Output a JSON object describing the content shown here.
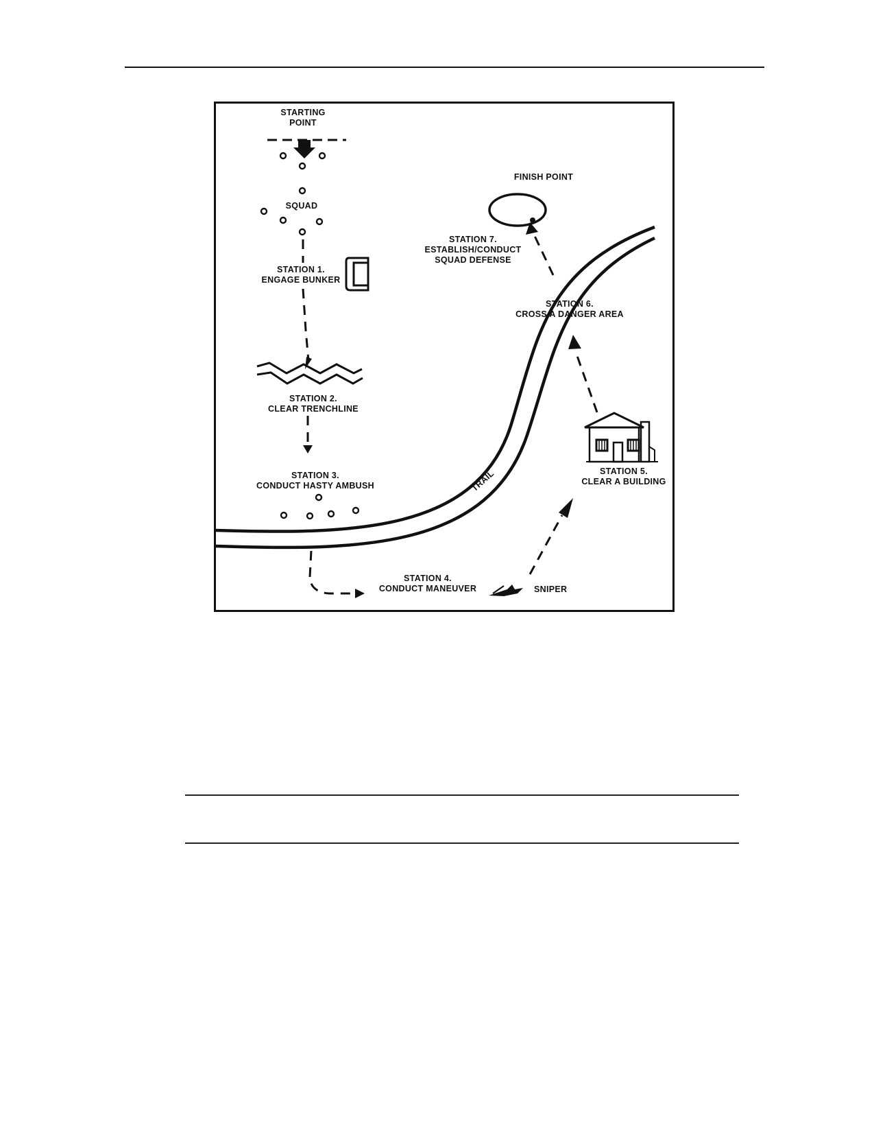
{
  "figure": {
    "starting_point": [
      "STARTING",
      "POINT"
    ],
    "squad": "SQUAD",
    "station1": [
      "STATION 1.",
      "ENGAGE BUNKER"
    ],
    "station2": [
      "STATION 2.",
      "CLEAR TRENCHLINE"
    ],
    "station3": [
      "STATION 3.",
      "CONDUCT HASTY AMBUSH"
    ],
    "station4": [
      "STATION 4.",
      "CONDUCT MANEUVER"
    ],
    "sniper": "SNIPER",
    "station5": [
      "STATION 5.",
      "CLEAR A BUILDING"
    ],
    "station6": [
      "STATION 6.",
      "CROSS A DANGER AREA"
    ],
    "station7": [
      "STATION 7.",
      "ESTABLISH/CONDUCT",
      "SQUAD DEFENSE"
    ],
    "finish_point": "FINISH POINT",
    "trail": "TRAIL"
  },
  "icons": {
    "start_arrow": "down-arrow-icon",
    "bunker": "bunker-icon",
    "trench": "trenchline-icon",
    "building": "house-icon",
    "sniper": "sniper-icon",
    "finish": "finish-circle-icon"
  }
}
